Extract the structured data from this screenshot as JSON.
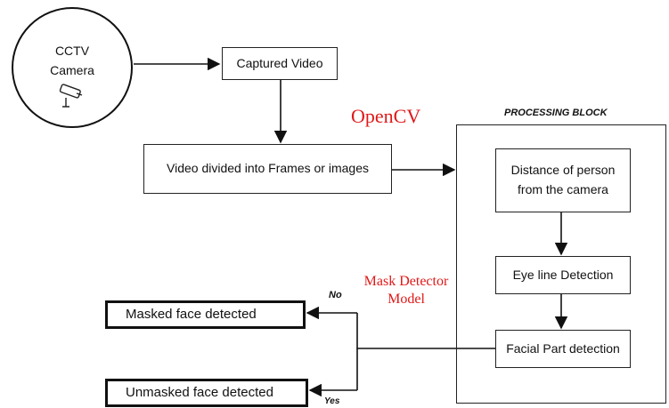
{
  "nodes": {
    "cctv_line1": "CCTV",
    "cctv_line2": "Camera",
    "captured_video": "Captured Video",
    "video_frames": "Video divided into Frames or images",
    "distance_line1": "Distance of person",
    "distance_line2": "from the camera",
    "eye_line": "Eye line Detection",
    "facial_part": "Facial Part detection",
    "masked": "Masked face detected",
    "unmasked": "Unmasked face detected"
  },
  "labels": {
    "processing_block": "PROCESSING BLOCK",
    "opencv": "OpenCV",
    "mask_detector_line1": "Mask Detector",
    "mask_detector_line2": "Model",
    "no": "No",
    "yes": "Yes"
  },
  "colors": {
    "annotation_red": "#e01818",
    "line": "#111111"
  }
}
